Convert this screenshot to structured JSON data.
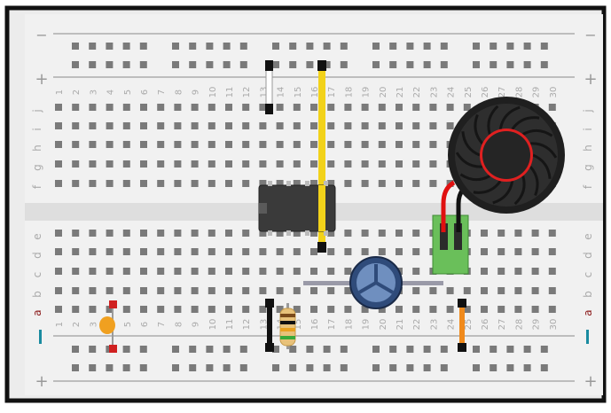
{
  "breadboard": {
    "columns": [
      "1",
      "2",
      "3",
      "4",
      "5",
      "6",
      "7",
      "8",
      "9",
      "10",
      "11",
      "12",
      "13",
      "14",
      "15",
      "16",
      "17",
      "18",
      "19",
      "20",
      "21",
      "22",
      "23",
      "24",
      "25",
      "26",
      "27",
      "28",
      "29",
      "30"
    ],
    "top_rows": [
      "j",
      "i",
      "h",
      "g",
      "f"
    ],
    "bottom_rows": [
      "e",
      "d",
      "c",
      "b",
      "a"
    ],
    "rail_minus": "−",
    "rail_plus": "+"
  },
  "colors": {
    "board": "#ececec",
    "hole": "#7a7a7a",
    "rail_red": "#8b1a1a",
    "rail_blue": "#1a8ba0",
    "wire_yellow": "#f2d21a",
    "wire_white": "#ffffff",
    "wire_black": "#111111",
    "wire_orange": "#f08a1c",
    "wire_red": "#e01010",
    "chip": "#3a3a3a",
    "capacitor": "#2f4b7a",
    "terminal_block": "#6abf5a",
    "ceramic_cap": "#f0a020",
    "led_red": "#d02020",
    "speaker": "#2a2a2a",
    "speaker_ring": "#e02020"
  },
  "components": [
    {
      "name": "ic-chip",
      "icon": "dip-8-chip-icon"
    },
    {
      "name": "electrolytic-capacitor",
      "icon": "capacitor-icon"
    },
    {
      "name": "speaker",
      "icon": "speaker-icon"
    },
    {
      "name": "terminal-block",
      "icon": "terminal-block-icon"
    },
    {
      "name": "resistor",
      "icon": "resistor-icon"
    },
    {
      "name": "ceramic-capacitor",
      "icon": "ceramic-capacitor-icon"
    },
    {
      "name": "jumper-wires",
      "icon": "wire-icon"
    }
  ]
}
